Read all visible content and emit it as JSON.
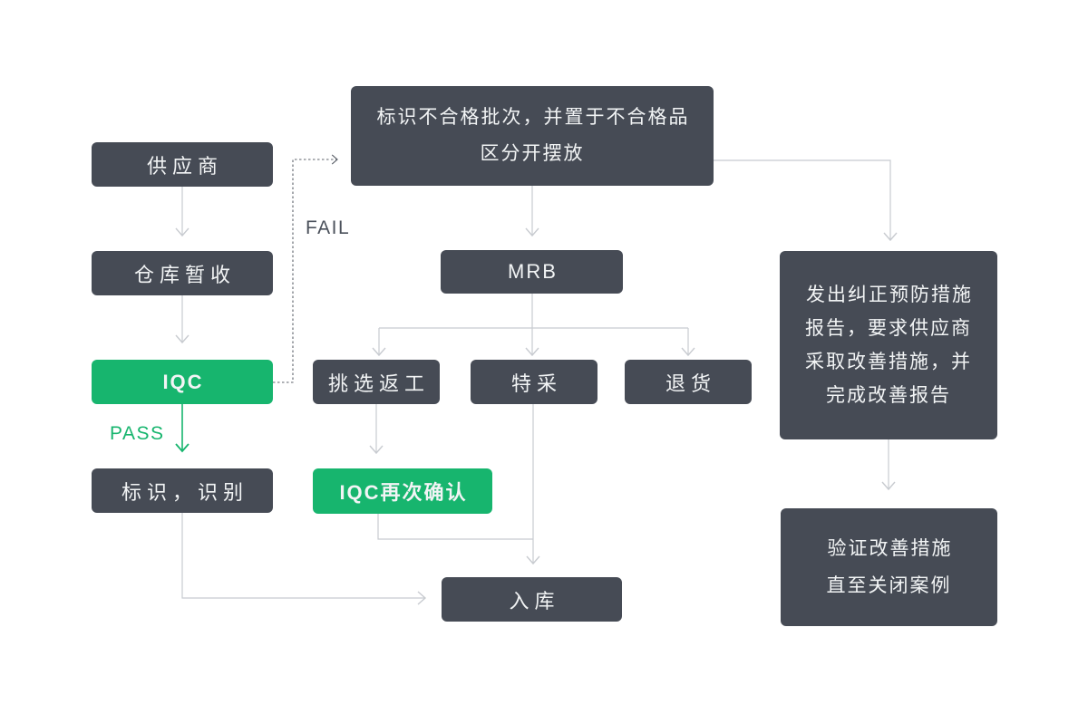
{
  "colors": {
    "node_dark": "#464b55",
    "node_green": "#17b56e",
    "edge": "#c8cbd0",
    "edge_dark": "#5c616a",
    "text_light": "#f2f4f5",
    "fail_text": "#4b515b"
  },
  "nodes": {
    "supplier": "供应商",
    "warehouse_receive": "仓库暂收",
    "iqc": "IQC",
    "mark_identify": "标识，识别",
    "nonconforming": "标识不合格批次，并置于不合格品\n区分开摆放",
    "mrb": "MRB",
    "sort_rework": "挑选返工",
    "special_acceptance": "特采",
    "return_goods": "退货",
    "iqc_recheck": "IQC再次确认",
    "warehouse_in": "入库",
    "capa": "发出纠正预防措施\n报告，要求供应商\n采取改善措施，并\n完成改善报告",
    "verify_close": "验证改善措施\n直至关闭案例"
  },
  "edge_labels": {
    "fail": "FAIL",
    "pass": "PASS"
  }
}
